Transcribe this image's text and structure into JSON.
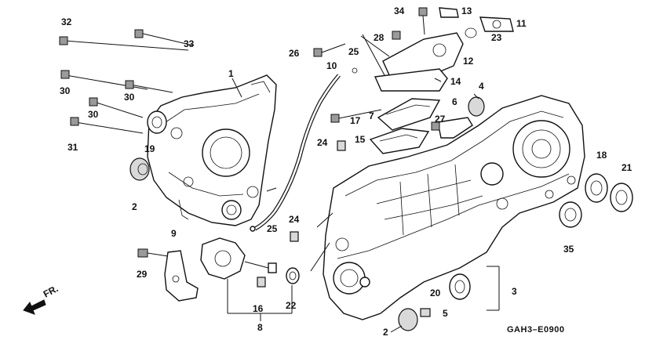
{
  "diagram": {
    "code": "GAH3–E0900",
    "direction": "FR.",
    "labels": {
      "l1": "1",
      "l2a": "2",
      "l2b": "2",
      "l3": "3",
      "l4": "4",
      "l5": "5",
      "l6": "6",
      "l7": "7",
      "l8": "8",
      "l9": "9",
      "l10": "10",
      "l11": "11",
      "l12": "12",
      "l13": "13",
      "l14": "14",
      "l15": "15",
      "l16": "16",
      "l17": "17",
      "l18": "18",
      "l19": "19",
      "l20": "20",
      "l21": "21",
      "l22": "22",
      "l23": "23",
      "l24a": "24",
      "l24b": "24",
      "l25a": "25",
      "l25b": "25",
      "l26": "26",
      "l27": "27",
      "l28": "28",
      "l29": "29",
      "l30a": "30",
      "l30b": "30",
      "l30c": "30",
      "l31": "31",
      "l32": "32",
      "l33": "33",
      "l34": "34",
      "l35": "35"
    }
  }
}
